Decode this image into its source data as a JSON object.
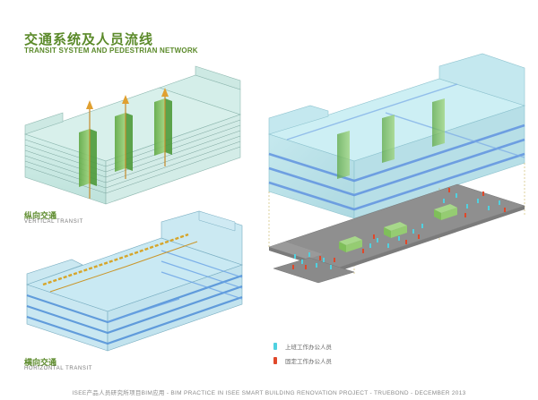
{
  "header": {
    "title_cn": "交通系统及人员流线",
    "title_en": "TRANSIT SYSTEM AND PEDESTRIAN NETWORK"
  },
  "vertical": {
    "label_cn": "纵向交通",
    "label_en": "VERTICAL TRANSIT"
  },
  "horizontal": {
    "label_cn": "横向交通",
    "label_en": "HORIZONTAL TRANSIT"
  },
  "legend": {
    "item1": "上班工作办公人员",
    "item2": "固定工作办公人员",
    "colors": {
      "item1": "#4fd1e0",
      "item2": "#e0482a"
    }
  },
  "footer": {
    "text": "ISEE产品人员研究所项目BIM应用 - BIM PRACTICE IN ISEE SMART BUILDING RENOVATION PROJECT - TRUEBOND - DECEMBER 2013"
  },
  "colors": {
    "accent_green": "#5b8a2a",
    "glass": "#b8e0d8",
    "floor_blue": "#6fa3e8",
    "core_green": "#7fbf5a",
    "plan_gray": "#8f8f8f"
  }
}
